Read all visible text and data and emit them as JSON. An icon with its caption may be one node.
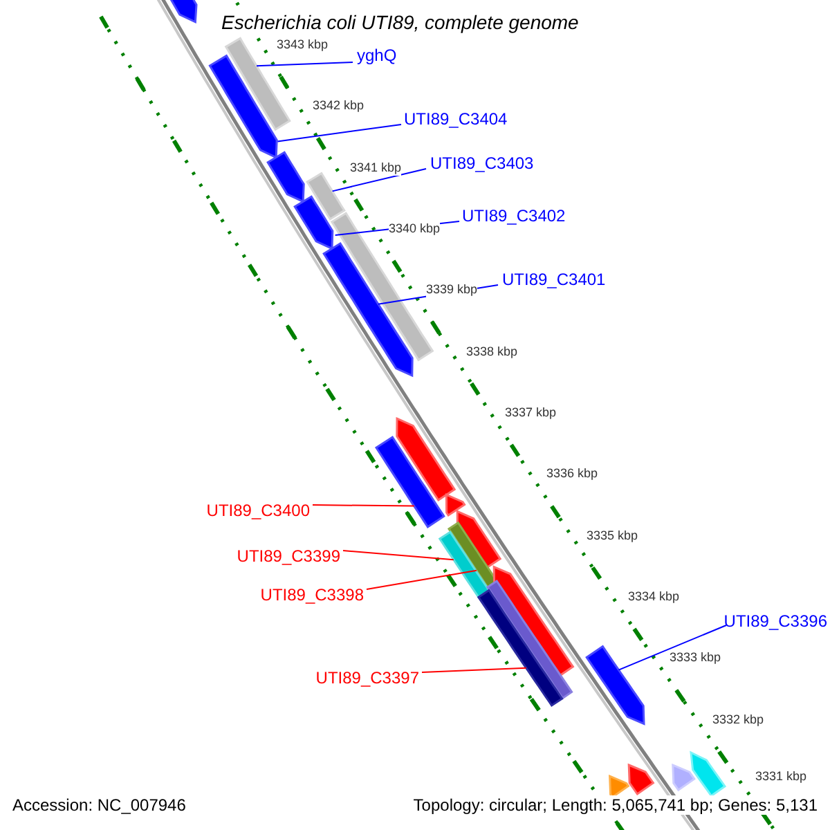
{
  "diagram": {
    "title": "Escherichia coli UTI89, complete genome",
    "nodes": [
      {
        "text": [
          "yghQ"
        ]
      },
      {
        "text": [
          "UTI89_C3404"
        ]
      },
      {
        "text": [
          "UTI89_C3403"
        ]
      },
      {
        "text": [
          "UTI89_C3402"
        ]
      },
      {
        "text": [
          "UTI89_C3401"
        ]
      },
      {
        "text": [
          "UTI89_C3400"
        ]
      },
      {
        "text": [
          "UTI89_C3399"
        ]
      },
      {
        "text": [
          "UTI89_C3398"
        ]
      },
      {
        "text": [
          "UTI89_C3397"
        ]
      },
      {
        "text": [
          "UTI89_C3396"
        ]
      },
      {
        "text": [],
        "shape": "arrow"
      },
      {
        "text": [],
        "shape": "bar"
      },
      {
        "text": [],
        "shape": "arrow"
      },
      {
        "text": [],
        "shape": "arrow"
      },
      {
        "text": [],
        "shape": "bar"
      },
      {
        "text": [],
        "shape": "arrow"
      },
      {
        "text": [],
        "shape": "bar"
      },
      {
        "text": [],
        "shape": "arrow"
      },
      {
        "text": [],
        "shape": "arrow"
      },
      {
        "text": [],
        "shape": "bar"
      },
      {
        "text": [],
        "shape": "arrow"
      },
      {
        "text": [],
        "shape": "arrow"
      },
      {
        "text": [],
        "shape": "bar"
      },
      {
        "text": [],
        "shape": "bar"
      },
      {
        "text": [],
        "shape": "arrow"
      },
      {
        "text": [],
        "shape": "bar"
      },
      {
        "text": [],
        "shape": "bar"
      },
      {
        "text": [],
        "shape": "arrow"
      },
      {
        "text": [],
        "shape": "arrow"
      },
      {
        "text": [],
        "shape": "arrow"
      },
      {
        "text": [],
        "shape": "arrow"
      },
      {
        "text": [],
        "shape": "arrow"
      }
    ],
    "edges": [
      {
        "from": 0,
        "to": 11,
        "arrow": "none",
        "color": "#0000ff"
      },
      {
        "from": 1,
        "to": 12,
        "arrow": "none",
        "color": "#0000ff"
      },
      {
        "from": 2,
        "to": 14,
        "arrow": "none",
        "color": "#0000ff"
      },
      {
        "from": 3,
        "to": 15,
        "arrow": "none",
        "color": "#0000ff"
      },
      {
        "from": 4,
        "to": 17,
        "arrow": "none",
        "color": "#0000ff"
      },
      {
        "from": 5,
        "to": 19,
        "arrow": "none",
        "color": "#ff0000"
      },
      {
        "from": 6,
        "to": 23,
        "arrow": "none",
        "color": "#ff0000"
      },
      {
        "from": 7,
        "to": 22,
        "arrow": "none",
        "color": "#ff0000"
      },
      {
        "from": 8,
        "to": 26,
        "arrow": "none",
        "color": "#ff0000"
      },
      {
        "from": 9,
        "to": 27,
        "arrow": "none",
        "color": "#0000ff"
      }
    ],
    "labels": [
      "3343 kbp",
      "3342 kbp",
      "3341 kbp",
      "3340 kbp",
      "3339 kbp",
      "3338 kbp",
      "3337 kbp",
      "3336 kbp",
      "3335 kbp",
      "3334 kbp",
      "3333 kbp",
      "3332 kbp",
      "3331 kbp",
      "Accession: NC_007946",
      "Topology: circular; Length: 5,065,741 bp; Genes: 5,131"
    ]
  }
}
